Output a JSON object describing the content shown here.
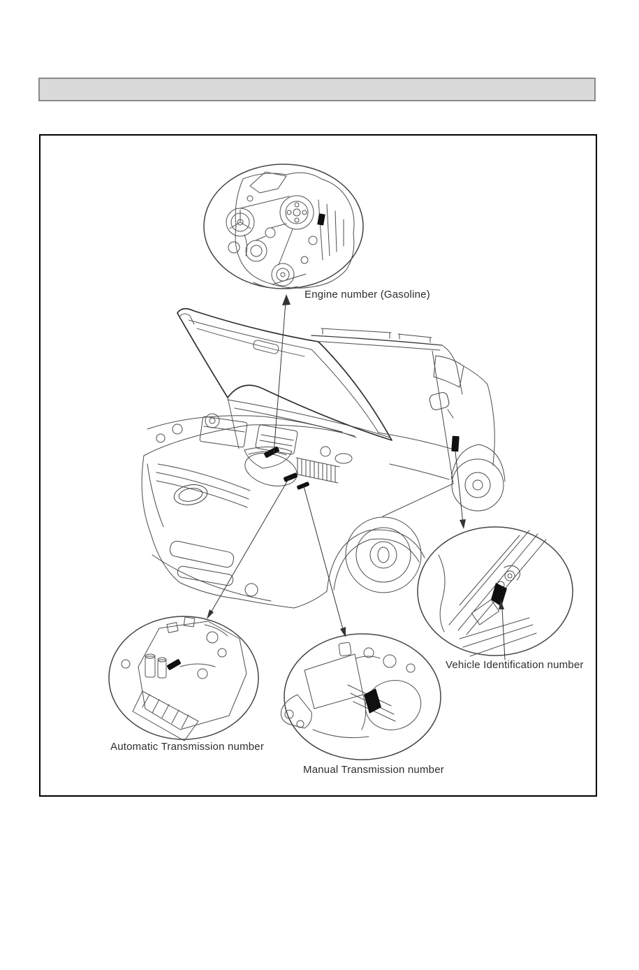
{
  "header_bar": {
    "text": ""
  },
  "figure": {
    "callouts": [
      {
        "id": "engine",
        "label": "Engine number (Gasoline)"
      },
      {
        "id": "vin",
        "label": "Vehicle Identification number"
      },
      {
        "id": "automatic",
        "label": "Automatic Transmission number"
      },
      {
        "id": "manual",
        "label": "Manual Transmission number"
      }
    ]
  },
  "colors": {
    "header_bar_bg": "#dadada",
    "header_bar_border": "#8a8a8a",
    "figure_border": "#000000",
    "line_art": "#4a4a4a",
    "dark_line": "#2e2e2e",
    "mark_fill": "#101010",
    "label_text": "#2d2d2d"
  }
}
